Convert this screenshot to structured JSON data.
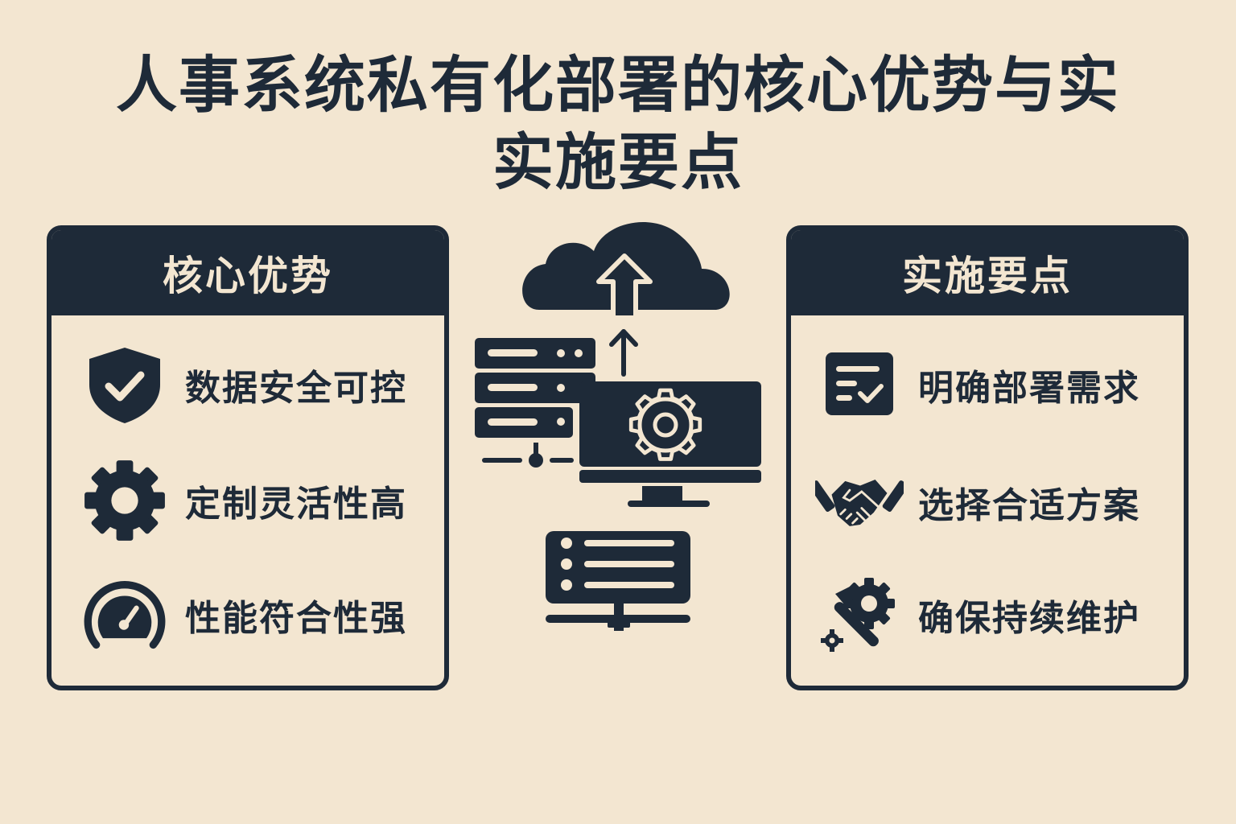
{
  "title": {
    "line1": "人事系统私有化部署的核心优势与实",
    "line2": "实施要点"
  },
  "left_panel": {
    "header": "核心优势",
    "items": [
      {
        "label": "数据安全可控",
        "icon": "shield-check-icon"
      },
      {
        "label": "定制灵活性高",
        "icon": "gear-icon"
      },
      {
        "label": "性能符合性强",
        "icon": "speedometer-icon"
      }
    ]
  },
  "right_panel": {
    "header": "实施要点",
    "items": [
      {
        "label": "明确部署需求",
        "icon": "checklist-icon"
      },
      {
        "label": "选择合适方案",
        "icon": "handshake-icon"
      },
      {
        "label": "确保持续维护",
        "icon": "wrench-gear-icon"
      }
    ]
  },
  "center_graphic": {
    "elements": [
      "cloud-upload-icon",
      "up-arrow-icon",
      "server-rack-icon",
      "monitor-gear-icon",
      "network-server-icon"
    ]
  },
  "colors": {
    "background": "#f3e6d1",
    "primary": "#1e2a38"
  }
}
